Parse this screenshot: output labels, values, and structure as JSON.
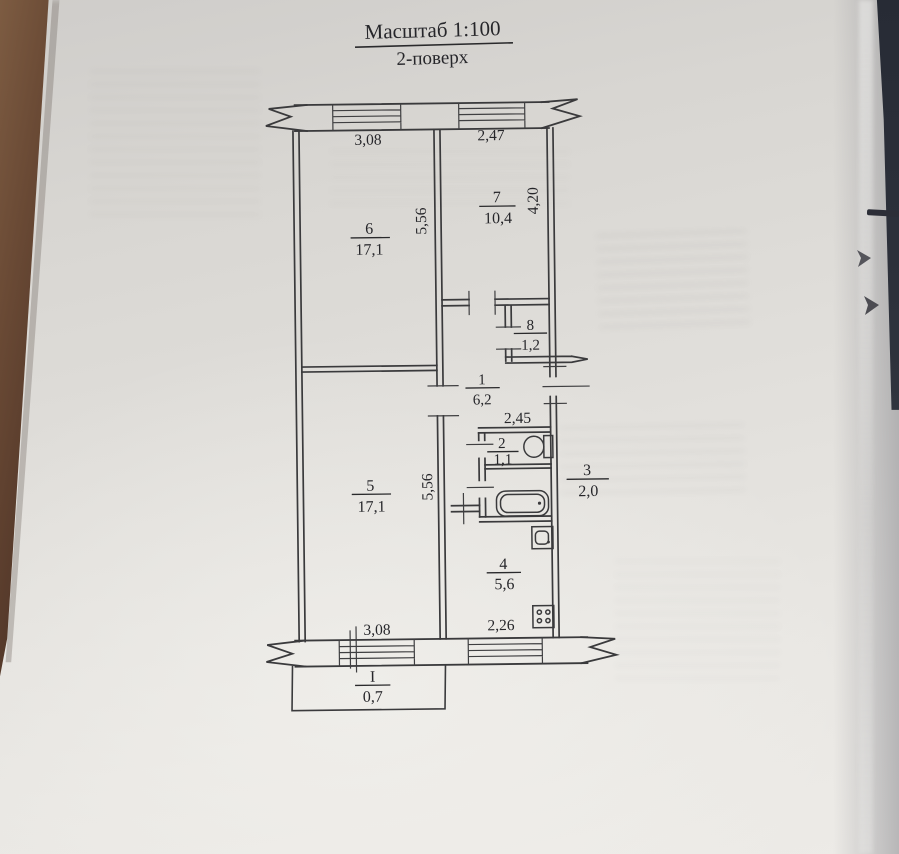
{
  "title": {
    "scale_line": "Масштаб 1:100",
    "floor_line": "2-поверх"
  },
  "rooms": {
    "r6": {
      "number": "6",
      "area": "17,1"
    },
    "r7": {
      "number": "7",
      "area": "10,4"
    },
    "r8": {
      "number": "8",
      "area": "1,2"
    },
    "r1": {
      "number": "1",
      "area": "6,2"
    },
    "r2": {
      "number": "2",
      "area": "1,1"
    },
    "r3": {
      "number": "3",
      "area": "2,0"
    },
    "r5": {
      "number": "5",
      "area": "17,1"
    },
    "r4": {
      "number": "4",
      "area": "5,6"
    },
    "balcony": {
      "number": "I",
      "area": "0,7"
    }
  },
  "dimensions": {
    "top_left": "3,08",
    "top_right": "2,47",
    "left_depth_upper": "5,56",
    "right_depth": "4,20",
    "hall_width": "2,45",
    "left_depth_lower": "5,56",
    "bottom_left": "3,08",
    "bottom_right": "2,26"
  },
  "icons": {
    "toilet": "toilet-icon",
    "bathtub": "bathtub-icon",
    "sink": "sink-icon",
    "stove": "stove-icon"
  },
  "colors": {
    "ink": "#3a3a3c",
    "paper": "#e0deda",
    "wood": "#6a4a35"
  }
}
